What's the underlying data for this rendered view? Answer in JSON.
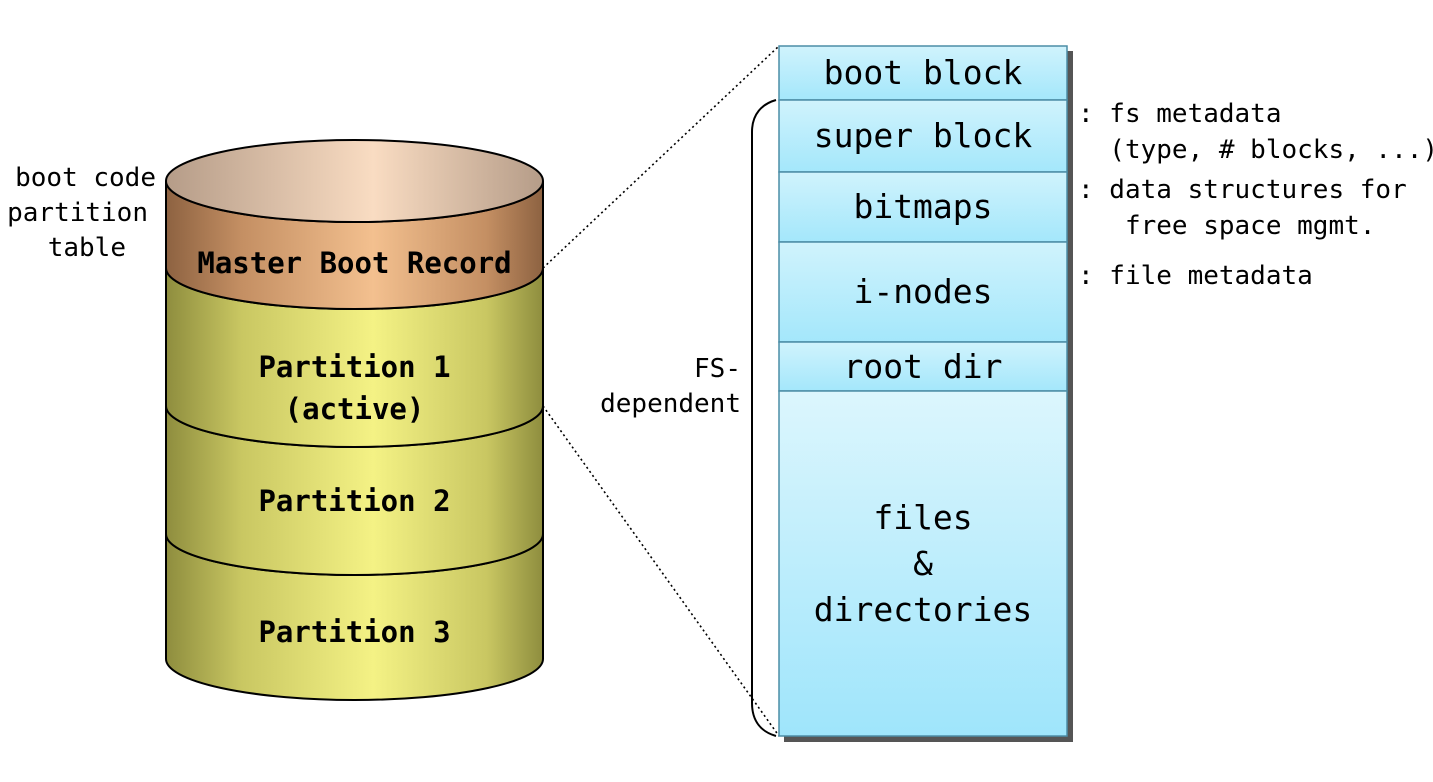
{
  "disk": {
    "mbr_label": "Master Boot Record",
    "partitions": [
      {
        "label_line1": "Partition 1",
        "label_line2": "(active)"
      },
      {
        "label_line1": "Partition 2"
      },
      {
        "label_line1": "Partition 3"
      }
    ]
  },
  "mbr_notes": {
    "line1": "boot code",
    "line2": "partition",
    "line3": "table"
  },
  "fs_dependent": {
    "line1": "FS-",
    "line2": "dependent"
  },
  "fs_layout": {
    "boot_block": "boot block",
    "super_block": "super block",
    "bitmaps": "bitmaps",
    "inodes": "i-nodes",
    "root_dir": "root dir",
    "files_line1": "files",
    "files_line2": "&",
    "files_line3": "directories"
  },
  "annotations": {
    "super_line1": ": fs metadata",
    "super_line2": "  (type, # blocks, ...)",
    "bitmaps_line1": ": data structures for",
    "bitmaps_line2": "   free space mgmt.",
    "inodes_line1": ": file metadata"
  },
  "colors": {
    "mbr_side": "#f3c08f",
    "mbr_top": "#f7d9bf",
    "partition_side": "#f4f285",
    "partition_edge": "#8f8e3f",
    "block_fill": "#bfeefa",
    "block_fill_bottom": "#a4e7fb"
  }
}
